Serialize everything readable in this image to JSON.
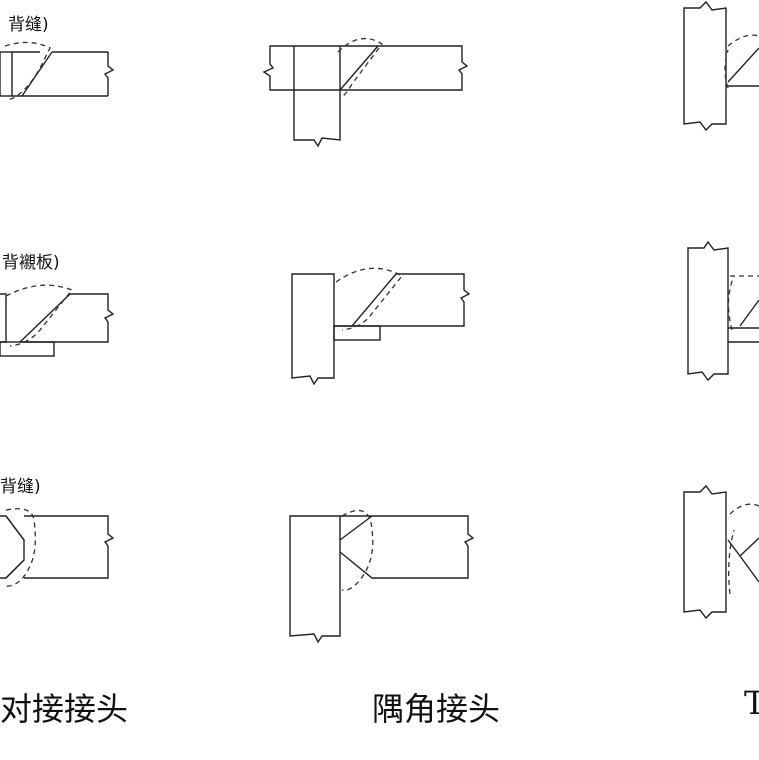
{
  "row_labels": [
    {
      "text": "背缝)"
    },
    {
      "text": "背襯板)"
    },
    {
      "text": "背缝)"
    }
  ],
  "column_labels": [
    {
      "text": "对接接头"
    },
    {
      "text": "隅角接头"
    },
    {
      "text": "T"
    }
  ]
}
